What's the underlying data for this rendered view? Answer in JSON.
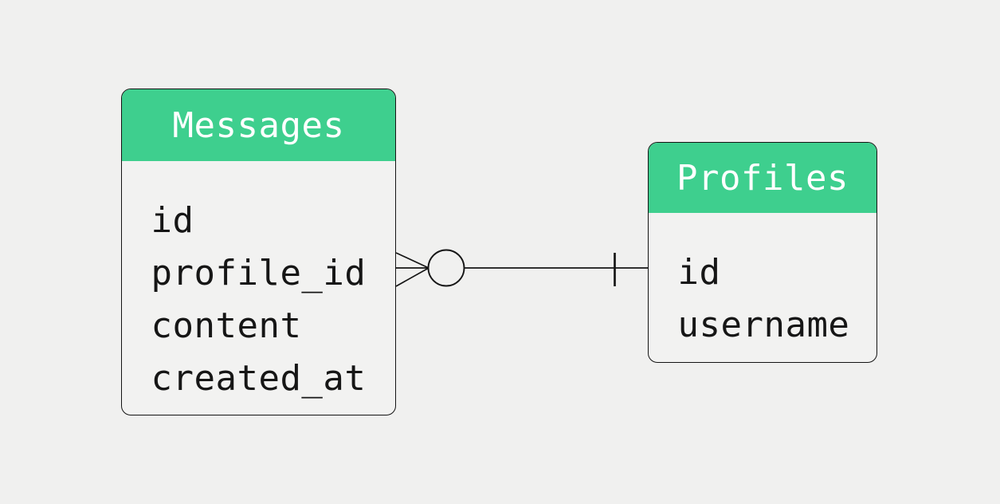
{
  "colors": {
    "background": "#f0f0ef",
    "header_green": "#3ecf8e",
    "line_ink": "#161616",
    "title_text": "#ffffff",
    "node_bg": "#f2f2f1"
  },
  "tables": [
    {
      "title": "Messages",
      "fields": [
        "id",
        "profile_id",
        "content",
        "created_at"
      ]
    },
    {
      "title": "Profiles",
      "fields": [
        "id",
        "username"
      ]
    }
  ],
  "relationship": {
    "left_end": "zero-or-many",
    "right_end": "one"
  }
}
